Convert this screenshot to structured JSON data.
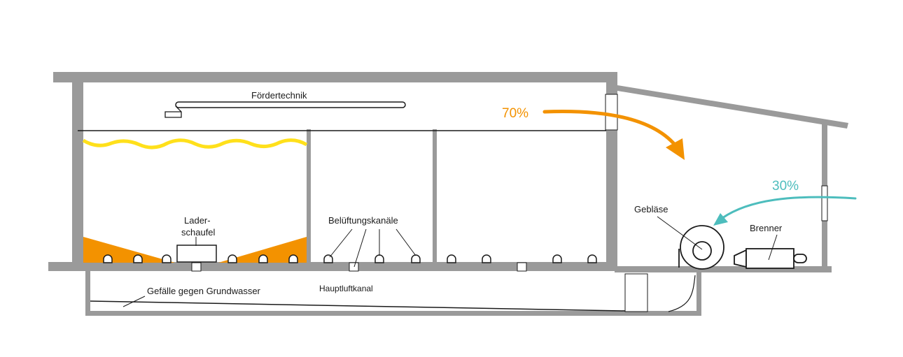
{
  "labels": {
    "conveyor": "Fördertechnik",
    "loader_line1": "Lader-",
    "loader_line2": "schaufel",
    "vent_channels": "Belüftungskanäle",
    "main_air_channel": "Hauptluftkanal",
    "slope": "Gefälle gegen Grundwasser",
    "blower": "Gebläse",
    "burner": "Brenner"
  },
  "airflow": {
    "recirculated": "70%",
    "fresh": "30%"
  },
  "colors": {
    "wall": "#9a9a9a",
    "grain_fill": "#f39200",
    "grain_surface": "#ffe01b",
    "recirculated_arrow": "#f39200",
    "fresh_arrow": "#4dbdbd",
    "line": "#1a1a1a"
  }
}
